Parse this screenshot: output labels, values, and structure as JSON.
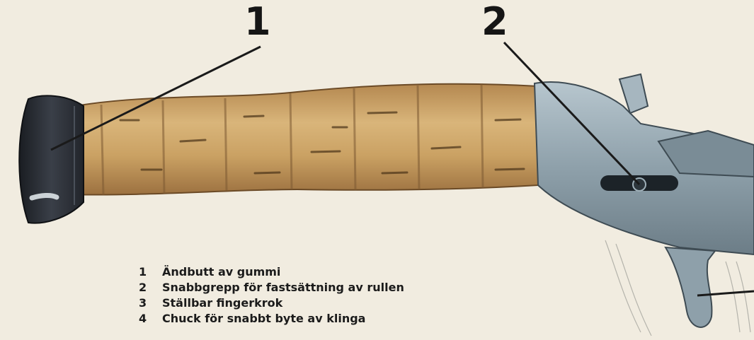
{
  "callouts": [
    "1",
    "2"
  ],
  "legend": [
    {
      "num": "1",
      "text": "Ändbutt av gummi"
    },
    {
      "num": "2",
      "text": "Snabbgrepp för fastsättning av rullen"
    },
    {
      "num": "3",
      "text": "Ställbar fingerkrok"
    },
    {
      "num": "4",
      "text": "Chuck för snabbt byte av klinga"
    }
  ],
  "colors": {
    "background": "#f1ece0",
    "cork": "#c99e5e",
    "rubber_butt": "#2a2d33",
    "metal_chuck": "#8fa2ad",
    "text": "#1b1b1b"
  }
}
